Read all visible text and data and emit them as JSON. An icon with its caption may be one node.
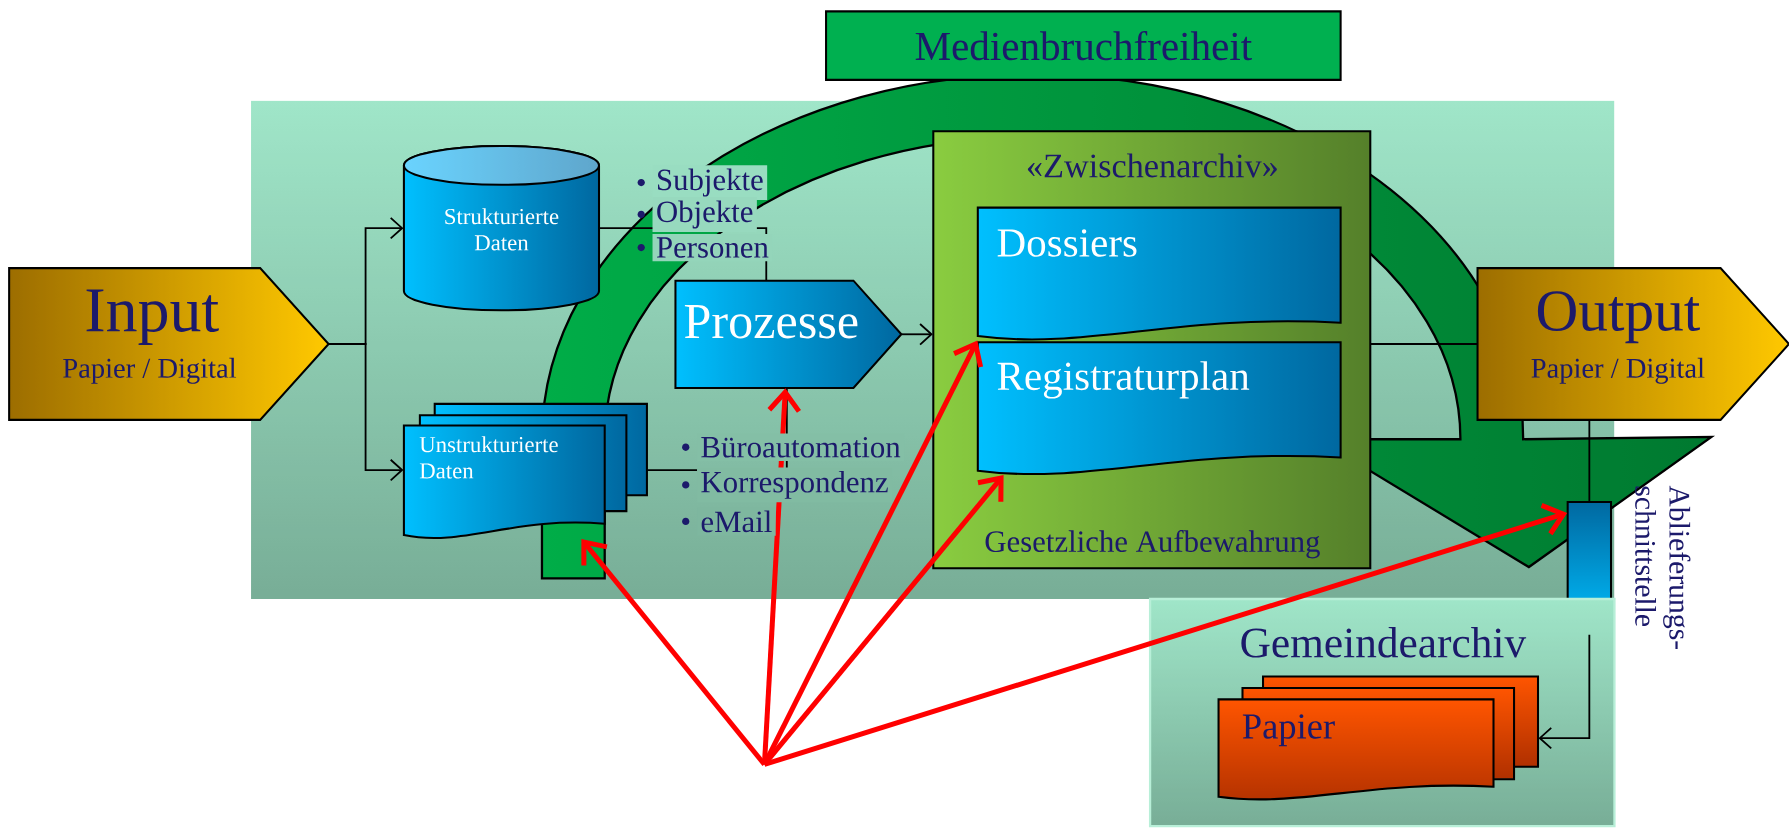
{
  "diagram": {
    "nodes": [
      {
        "text": [
          "Medienbruchfreiheit"
        ]
      },
      {
        "text": [
          "Input",
          "Papier / Digital"
        ]
      },
      {
        "text": [
          "Strukturierte Daten"
        ]
      },
      {
        "text": [
          "Unstrukturierte Daten"
        ]
      },
      {
        "text": [
          "Prozesse"
        ]
      },
      {
        "text": [
          "«Zwischenarchiv»",
          "Gesetzliche Aufbewahrung"
        ]
      },
      {
        "text": [
          "Dossiers"
        ],
        "in": 5
      },
      {
        "text": [
          "Registraturplan"
        ],
        "in": 5
      },
      {
        "text": [
          "Output",
          "Papier / Digital"
        ]
      },
      {
        "text": [
          "Ablieferungs- schnittstelle"
        ]
      },
      {
        "text": [
          "Gemeindearchiv"
        ]
      },
      {
        "text": [
          "Papier"
        ],
        "in": 10
      }
    ],
    "edges": [
      {
        "from": 1,
        "to": 2,
        "arrow": "to"
      },
      {
        "from": 1,
        "to": 3,
        "arrow": "to"
      },
      {
        "from": 2,
        "to": 4,
        "arrow": "none"
      },
      {
        "from": 3,
        "to": 4,
        "arrow": "none"
      },
      {
        "from": 4,
        "to": 5,
        "arrow": "to"
      },
      {
        "from": 5,
        "to": 8,
        "arrow": "none"
      },
      {
        "from": 8,
        "to": 9,
        "arrow": "none"
      },
      {
        "from": 9,
        "to": 11,
        "arrow": "to"
      },
      {
        "from": null,
        "to": 3,
        "arrow": "to",
        "style": "thick",
        "color": "#ff0000"
      },
      {
        "from": null,
        "to": 4,
        "arrow": "to",
        "style": "thick",
        "color": "#ff0000"
      },
      {
        "from": null,
        "to": 6,
        "arrow": "to",
        "style": "thick",
        "color": "#ff0000"
      },
      {
        "from": null,
        "to": 7,
        "arrow": "to",
        "style": "thick",
        "color": "#ff0000"
      },
      {
        "from": null,
        "to": 9,
        "arrow": "to",
        "style": "thick",
        "color": "#ff0000"
      }
    ],
    "labels": [
      "Subjekte",
      "Objekte",
      "Personen",
      "Büroautomation",
      "Korrespondenz",
      "eMail"
    ]
  }
}
